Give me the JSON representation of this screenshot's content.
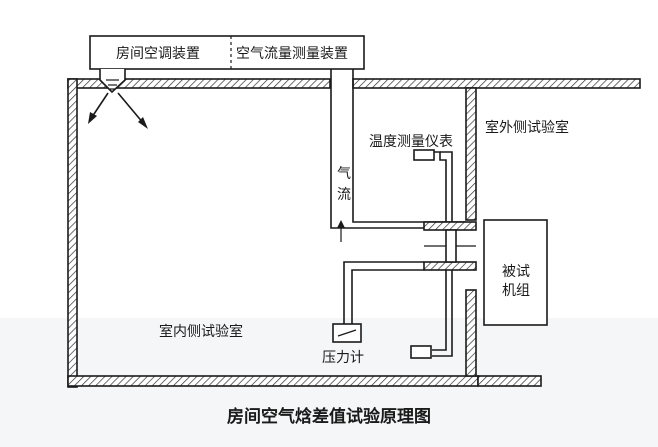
{
  "labels": {
    "ac_device": "房间空调装置",
    "airflow_device": "空气流量测量装置",
    "outdoor_room": "室外侧试验室",
    "temp_instrument": "温度测量仪表",
    "airflow_char1": "气",
    "airflow_char2": "流",
    "unit_line1": "被试",
    "unit_line2": "机组",
    "indoor_room": "室内侧试验室",
    "manometer": "压力计"
  },
  "caption": "房间空气焓差值试验原理图",
  "colors": {
    "line": "#1a1a1a",
    "hatch": "#333333",
    "caption_bg": "#f4f6f7"
  }
}
